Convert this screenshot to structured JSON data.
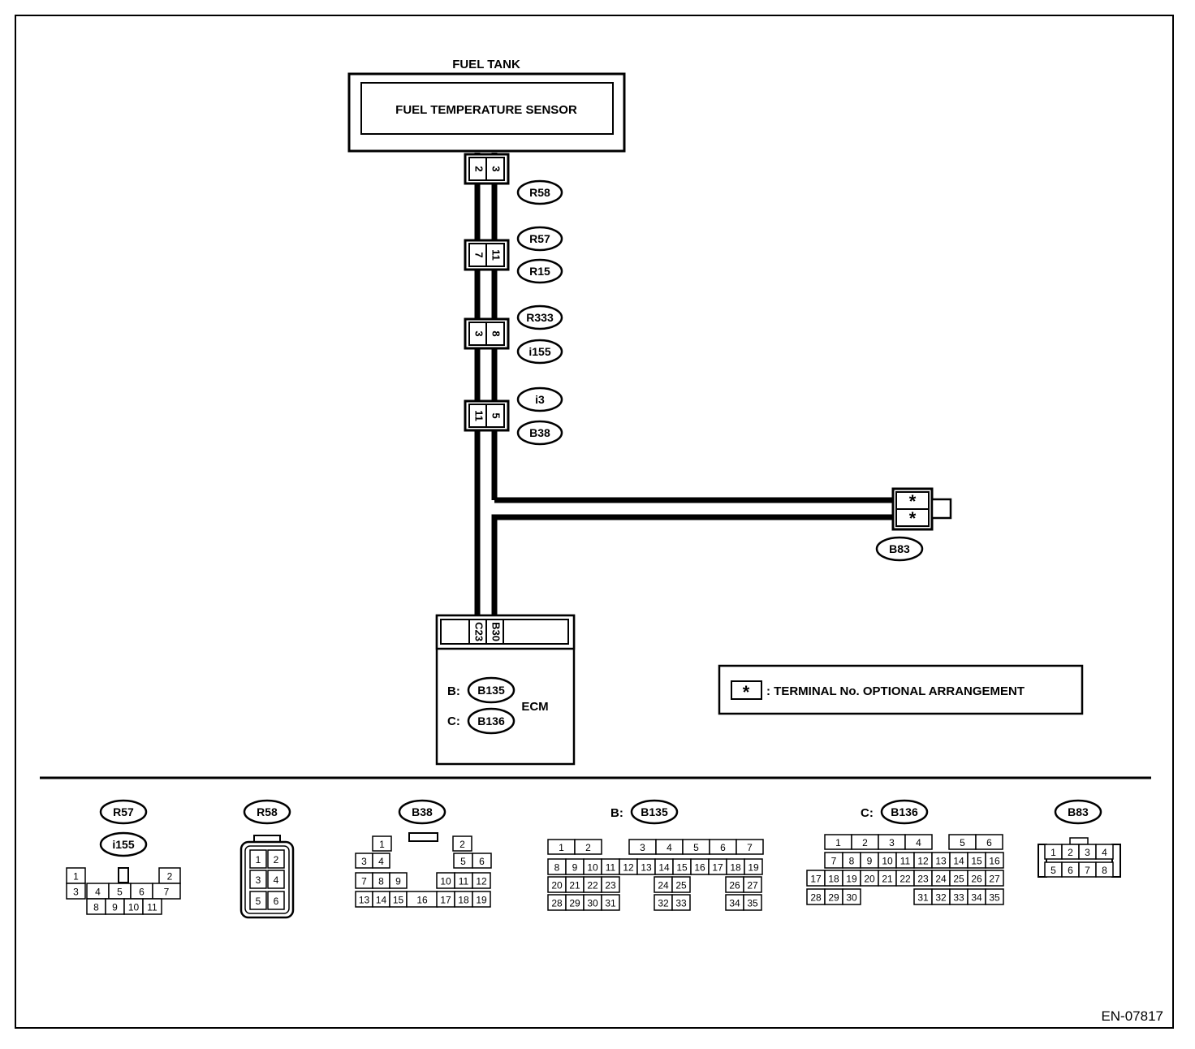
{
  "fuel_tank": {
    "label": "FUEL TANK",
    "sensor_label": "FUEL TEMPERATURE SENSOR"
  },
  "wire_connectors": [
    {
      "pins": [
        "2",
        "3"
      ],
      "ids": [
        "R58"
      ]
    },
    {
      "pins": [
        "7",
        "11"
      ],
      "ids": [
        "R57",
        "R15"
      ]
    },
    {
      "pins": [
        "3",
        "8"
      ],
      "ids": [
        "R333",
        "i155"
      ]
    },
    {
      "pins": [
        "11",
        "5"
      ],
      "ids": [
        "i3",
        "B38"
      ]
    }
  ],
  "b83_connector": {
    "id": "B83",
    "pins": [
      "*",
      "*"
    ]
  },
  "ecm": {
    "label": "ECM",
    "pins": [
      "C23",
      "B30"
    ],
    "b_prefix": "B:",
    "b_id": "B135",
    "c_prefix": "C:",
    "c_id": "B136"
  },
  "legend": {
    "symbol": "*",
    "text": ": TERMINAL No. OPTIONAL ARRANGEMENT"
  },
  "connector_views": [
    {
      "ids": [
        "R57",
        "i155"
      ]
    },
    {
      "ids": [
        "R58"
      ]
    },
    {
      "ids": [
        "B38"
      ]
    },
    {
      "prefix": "B:",
      "ids": [
        "B135"
      ]
    },
    {
      "prefix": "C:",
      "ids": [
        "B136"
      ]
    },
    {
      "ids": [
        "B83"
      ]
    }
  ],
  "doc_code": "EN-07817"
}
